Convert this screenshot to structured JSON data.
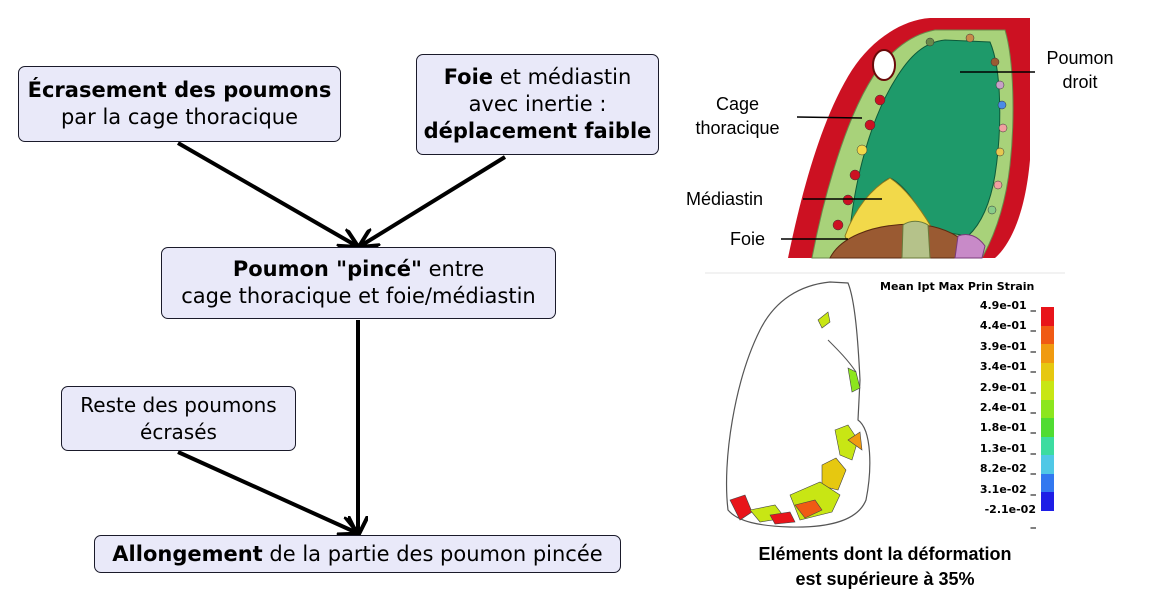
{
  "flow": {
    "box1": {
      "bold": "Écrasement des poumons",
      "rest": "par la cage thoracique"
    },
    "box2": {
      "line1_bold": "Foie",
      "line1_rest": " et médiastin",
      "line2": "avec inertie :",
      "line3_bold": "déplacement faible"
    },
    "box3": {
      "line1_bold": "Poumon \"pincé\"",
      "line1_rest": " entre",
      "line2": "cage thoracique et foie/médiastin"
    },
    "box4": {
      "line1": "Reste des poumons",
      "line2": "écrasés"
    },
    "box5": {
      "bold": "Allongement",
      "rest": " de la partie des poumon pincée"
    }
  },
  "anatomy": {
    "labels": {
      "poumon_droit": [
        "Poumon",
        "droit"
      ],
      "cage": [
        "Cage",
        "thoracique"
      ],
      "mediastin": "Médiastin",
      "foie": "Foie"
    },
    "colors": {
      "body": "#cc1122",
      "lung": "#1e9a6a",
      "rib": "#a8d27a",
      "liver": "#9a5a32",
      "mediastinum": "#f2d94a",
      "spine": "#b5c28a",
      "pink": "#c88ac8"
    }
  },
  "strain": {
    "legend_title": "Mean  Ipt Max Prin Strain",
    "ticks": [
      "4.9e-01",
      "4.4e-01",
      "3.9e-01",
      "3.4e-01",
      "2.9e-01",
      "2.4e-01",
      "1.8e-01",
      "1.3e-01",
      "8.2e-02",
      "3.1e-02",
      "-2.1e-02"
    ],
    "colors": [
      "#e8141a",
      "#f05a14",
      "#f09a10",
      "#e6c810",
      "#c8e614",
      "#8ce61e",
      "#50dc32",
      "#3cdca0",
      "#50c8e6",
      "#3278f0",
      "#1e1ee6"
    ],
    "caption": [
      "Eléments dont la déformation",
      "est supérieure à 35%"
    ]
  }
}
